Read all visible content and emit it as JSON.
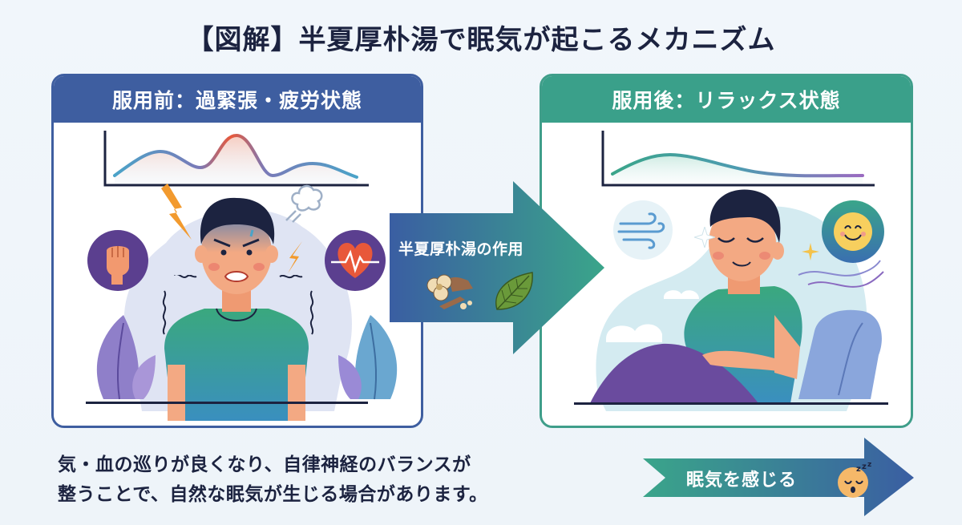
{
  "title": "【図解】半夏厚朴湯で眠気が起こるメカニズム",
  "colors": {
    "before_accent": "#3e5ea0",
    "after_accent": "#3aa08a",
    "text_dark": "#1c2340",
    "background": "#f1f6fb",
    "stress_peak": "#e8583a",
    "shirt": "#3aa58a",
    "pants": "#6a4b9e"
  },
  "before_panel": {
    "header": "服用前：過緊張・疲労状態",
    "icons": [
      "fist-icon",
      "lightning-icon",
      "steam-icon",
      "heartbeat-icon",
      "tremble-lines-icon",
      "leaf-icon"
    ],
    "illustration": "tense-man-clenched-teeth"
  },
  "after_panel": {
    "header": "服用後：リラックス状態",
    "icons": [
      "wind-icon",
      "sparkle-icon",
      "smiley-icon",
      "cloud-icon",
      "breeze-lines-icon"
    ],
    "illustration": "relaxed-man-on-sofa"
  },
  "middle_arrow": {
    "label": "半夏厚朴湯の作用",
    "icons": [
      "herb-root-icon",
      "perilla-leaf-icon"
    ]
  },
  "caption": {
    "line1": "気・血の巡りが良くなり、自律神経のバランスが",
    "line2": "整うことで、自然な眠気が生じる場合があります。"
  },
  "result_arrow": {
    "label": "眠気を感じる",
    "icon": "sleepy-face-icon"
  }
}
